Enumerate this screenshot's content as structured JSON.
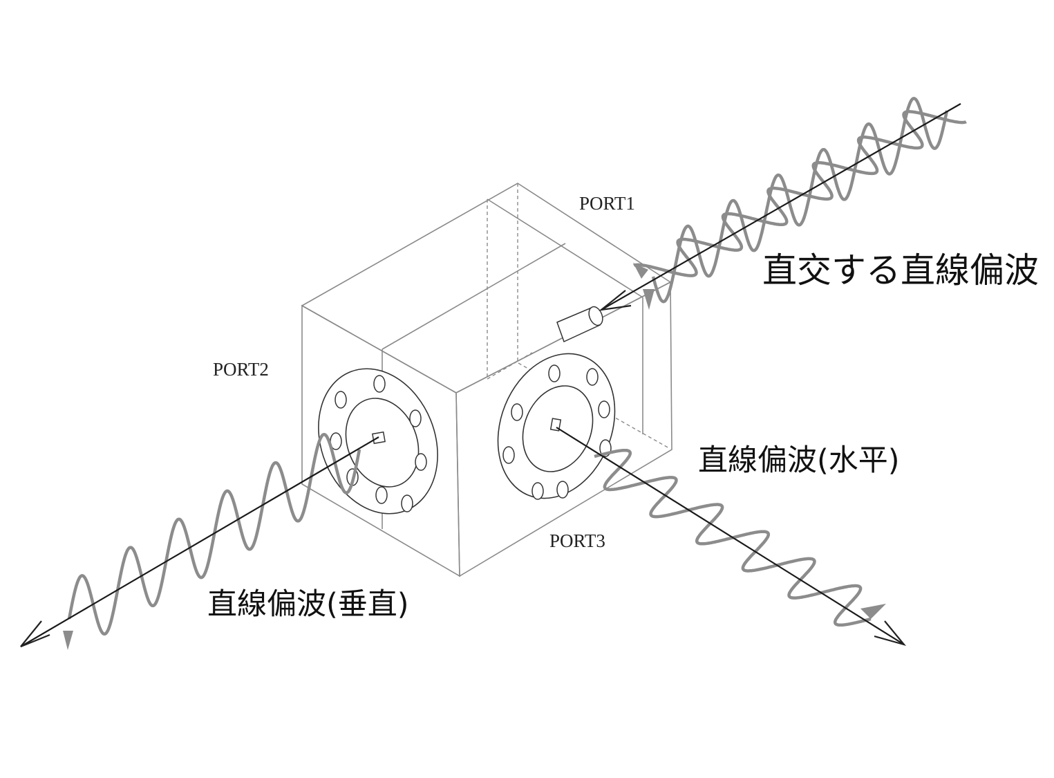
{
  "labels": {
    "port1": "PORT1",
    "port2": "PORT2",
    "port3": "PORT3",
    "input_wave": "直交する直線偏波",
    "output_vertical": "直線偏波(垂直)",
    "output_horizontal": "直線偏波(水平)"
  },
  "colors": {
    "wave": "#8c8c8c",
    "axis": "#1a1a1a",
    "box_edge": "#8a8a8a",
    "flange": "#333333"
  },
  "icons": {
    "device": "orthomode-transducer-icon"
  }
}
